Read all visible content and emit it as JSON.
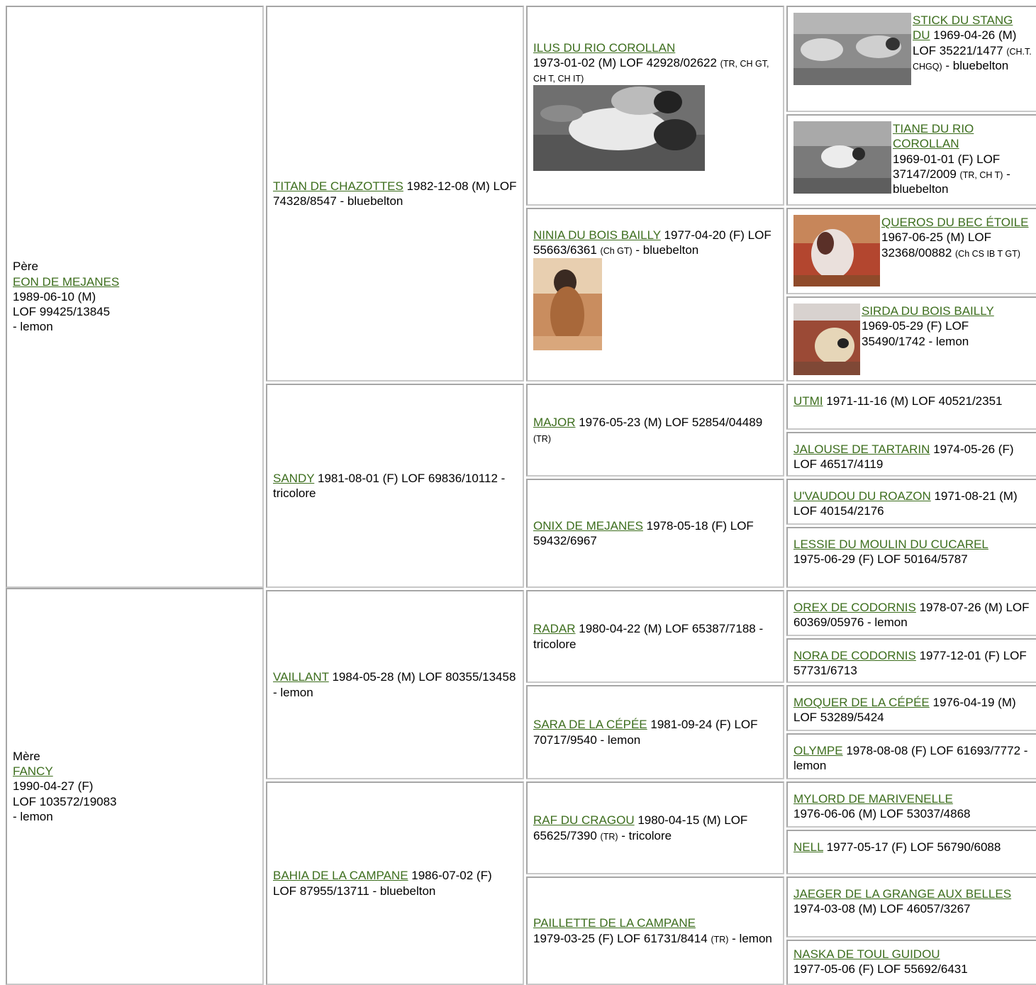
{
  "sire": {
    "role": "Père",
    "name": "EON DE MEJANES",
    "l1": "1989-06-10 (M)",
    "l2": "LOF 99425/13845",
    "l3": "- lemon"
  },
  "dam": {
    "role": "Mère",
    "name": "FANCY",
    "l1": "1990-04-27 (F)",
    "l2": "LOF 103572/19083",
    "l3": "- lemon"
  },
  "gen2": [
    {
      "name": "TITAN DE CHAZOTTES",
      "info": " 1982-12-08 (M) LOF 74328/8547 - bluebelton"
    },
    {
      "name": "SANDY",
      "info": " 1981-08-01 (F) LOF 69836/10112 - tricolore"
    },
    {
      "name": "VAILLANT",
      "info": " 1984-05-28 (M) LOF 80355/13458 - lemon"
    },
    {
      "name": "BAHIA DE LA CAMPANE",
      "info": " 1986-07-02 (F) LOF 87955/13711 - bluebelton"
    }
  ],
  "gen3": [
    {
      "name": "ILUS DU RIO COROLLAN",
      "info": "1973-01-02 (M) LOF 42928/02622 ",
      "titles": "(TR, CH GT, CH T, CH IT)",
      "info2": ""
    },
    {
      "name": "NINIA DU BOIS BAILLY",
      "info": " 1977-04-20 (F) LOF 55663/6361 ",
      "titles": "(Ch GT)",
      "info2": " - bluebelton"
    },
    {
      "name": "MAJOR",
      "info": " 1976-05-23 (M) LOF 52854/04489 ",
      "titles": "(TR)",
      "info2": ""
    },
    {
      "name": "ONIX DE MEJANES",
      "info": " 1978-05-18 (F) LOF 59432/6967",
      "titles": "",
      "info2": ""
    },
    {
      "name": "RADAR",
      "info": " 1980-04-22 (M) LOF 65387/7188 - tricolore",
      "titles": "",
      "info2": ""
    },
    {
      "name": "SARA DE LA CÉPÉE",
      "info": " 1981-09-24 (F) LOF 70717/9540 - lemon",
      "titles": "",
      "info2": ""
    },
    {
      "name": "RAF DU CRAGOU",
      "info": " 1980-04-15 (M) LOF 65625/7390 ",
      "titles": "(TR)",
      "info2": " - tricolore"
    },
    {
      "name": "PAILLETTE DE LA CAMPANE",
      "info": "1979-03-25 (F) LOF 61731/8414 ",
      "titles": "(TR)",
      "info2": " - lemon"
    }
  ],
  "gen4": [
    {
      "name": "STICK DU STANG DU",
      "info": " 1969-04-26 (M) LOF 35221/1477 ",
      "titles": "(CH.T. CHGQ)",
      "info2": " - bluebelton"
    },
    {
      "name": "TIANE DU RIO COROLLAN",
      "info": "1969-01-01 (F) LOF 37147/2009 ",
      "titles": "(TR, CH T)",
      "info2": " - bluebelton"
    },
    {
      "name": "QUEROS DU BEC ÉTOILE",
      "info": " 1967-06-25 (M) LOF 32368/00882 ",
      "titles": "(Ch CS IB T GT)",
      "info2": ""
    },
    {
      "name": "SIRDA DU BOIS BAILLY",
      "info": "1969-05-29 (F) LOF 35490/1742 - lemon",
      "titles": "",
      "info2": ""
    },
    {
      "name": "UTMI",
      "info": " 1971-11-16 (M) LOF 40521/2351",
      "titles": "",
      "info2": ""
    },
    {
      "name": "JALOUSE DE TARTARIN",
      "info": " 1974-05-26 (F) LOF 46517/4119",
      "titles": "",
      "info2": ""
    },
    {
      "name": "U'VAUDOU DU ROAZON",
      "info": " 1971-08-21 (M) LOF 40154/2176",
      "titles": "",
      "info2": ""
    },
    {
      "name": "LESSIE DU MOULIN DU CUCAREL",
      "info": "1975-06-29 (F) LOF 50164/5787",
      "titles": "",
      "info2": ""
    },
    {
      "name": "OREX DE CODORNIS",
      "info": " 1978-07-26 (M) LOF 60369/05976 - lemon",
      "titles": "",
      "info2": ""
    },
    {
      "name": "NORA DE CODORNIS",
      "info": " 1977-12-01 (F) LOF 57731/6713",
      "titles": "",
      "info2": ""
    },
    {
      "name": "MOQUER DE LA CÉPÉE",
      "info": " 1976-04-19 (M) LOF 53289/5424",
      "titles": "",
      "info2": ""
    },
    {
      "name": "OLYMPE",
      "info": " 1978-08-08 (F) LOF 61693/7772 - lemon",
      "titles": "",
      "info2": ""
    },
    {
      "name": "MYLORD DE MARIVENELLE",
      "info": "1976-06-06 (M) LOF 53037/4868",
      "titles": "",
      "info2": ""
    },
    {
      "name": "NELL",
      "info": " 1977-05-17 (F) LOF 56790/6088",
      "titles": "",
      "info2": ""
    },
    {
      "name": "JAEGER DE LA GRANGE AUX BELLES",
      "info": " 1974-03-08 (M) LOF 46057/3267",
      "titles": "",
      "info2": ""
    },
    {
      "name": "NASKA DE TOUL GUIDOU",
      "info": "1977-05-06 (F) LOF 55692/6431",
      "titles": "",
      "info2": ""
    }
  ]
}
